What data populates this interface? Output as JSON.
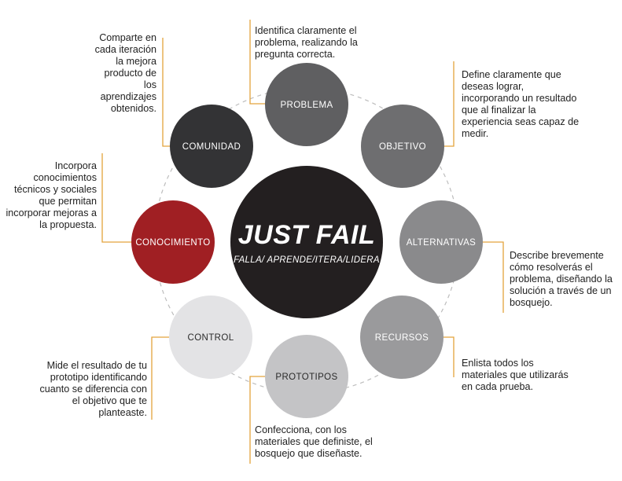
{
  "center": {
    "title": "JUST FAIL",
    "subtitle": "FALLA/ APRENDE/ITERA/LIDERA"
  },
  "colors": {
    "accent_line": "#e3a33c",
    "ring_dash": "#bdbdbd",
    "center_fill": "#231f20",
    "problema": "#5f5f61",
    "objetivo": "#6e6e70",
    "alternativas": "#8a8a8c",
    "recursos": "#9a9a9c",
    "prototipos": "#c4c4c6",
    "control": "#e3e3e5",
    "conocimiento": "#a01f23",
    "comunidad": "#333335"
  },
  "nodes": [
    {
      "id": "problema",
      "label": "PROBLEMA",
      "description": [
        "Identifica claramente el",
        "problema, realizando la",
        "pregunta correcta."
      ]
    },
    {
      "id": "objetivo",
      "label": "OBJETIVO",
      "description": [
        "Define claramente que",
        "deseas lograr,",
        "incorporando un resultado",
        "que al finalizar la",
        "experiencia seas capaz de",
        "medir."
      ]
    },
    {
      "id": "alternativas",
      "label": "ALTERNATIVAS",
      "description": [
        "Describe brevemente",
        "cómo resolverás el",
        "problema, diseñando la",
        "solución a través de un",
        "bosquejo."
      ]
    },
    {
      "id": "recursos",
      "label": "RECURSOS",
      "description": [
        "Enlista todos los",
        "materiales que utilizarás",
        "en cada prueba."
      ]
    },
    {
      "id": "prototipos",
      "label": "PROTOTIPOS",
      "description": [
        "Confecciona, con los",
        "materiales que definiste, el",
        "bosquejo que diseñaste."
      ]
    },
    {
      "id": "control",
      "label": "CONTROL",
      "description": [
        "Mide el resultado de tu",
        "prototipo identificando",
        "cuanto se diferencia con",
        "el objetivo que te",
        "planteaste."
      ]
    },
    {
      "id": "conocimiento",
      "label": "CONOCIMIENTO",
      "description": [
        "Incorpora",
        "conocimientos",
        "técnicos y sociales",
        "que permitan",
        "incorporar mejoras a",
        "la propuesta."
      ]
    },
    {
      "id": "comunidad",
      "label": "COMUNIDAD",
      "description": [
        "Comparte en",
        "cada iteración",
        "la mejora",
        "producto de",
        "los",
        "aprendizajes",
        "obtenidos."
      ]
    }
  ]
}
